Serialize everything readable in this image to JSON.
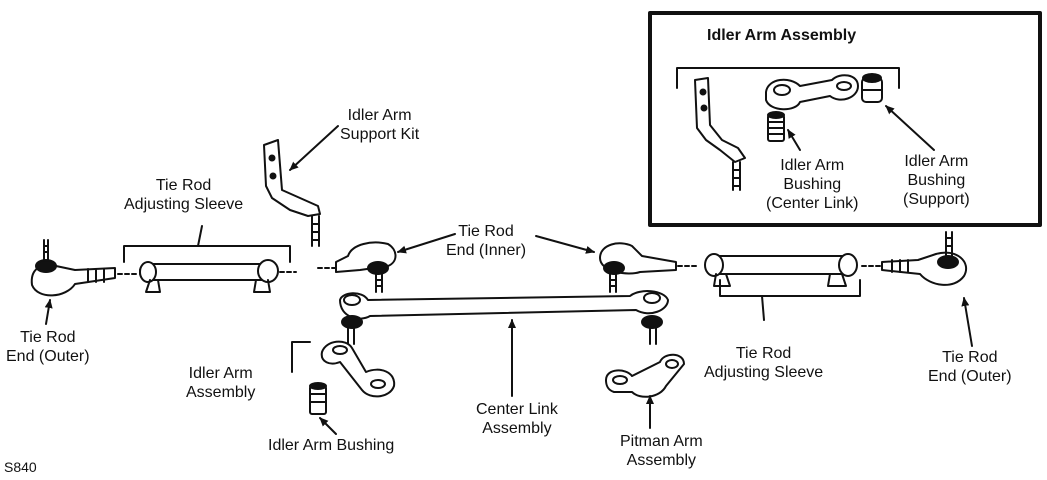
{
  "inset": {
    "title": "Idler Arm Assembly",
    "bushing_center_link": [
      "Idler Arm",
      "Bushing",
      "(Center Link)"
    ],
    "bushing_support": [
      "Idler Arm",
      "Bushing",
      "(Support)"
    ]
  },
  "labels": {
    "support_kit": [
      "Idler Arm",
      "Support Kit"
    ],
    "sleeve_left": [
      "Tie Rod",
      "Adjusting Sleeve"
    ],
    "end_inner": [
      "Tie Rod",
      "End (Inner)"
    ],
    "end_outer_left": [
      "Tie Rod",
      "End (Outer)"
    ],
    "end_outer_right": [
      "Tie Rod",
      "End (Outer)"
    ],
    "sleeve_right": [
      "Tie Rod",
      "Adjusting Sleeve"
    ],
    "idler_assembly": [
      "Idler Arm",
      "Assembly"
    ],
    "idler_bushing": "Idler Arm Bushing",
    "center_link": [
      "Center Link",
      "Assembly"
    ],
    "pitman_arm": [
      "Pitman Arm",
      "Assembly"
    ]
  },
  "figure_code": "S840",
  "colors": {
    "ink": "#111111",
    "background": "#ffffff"
  }
}
